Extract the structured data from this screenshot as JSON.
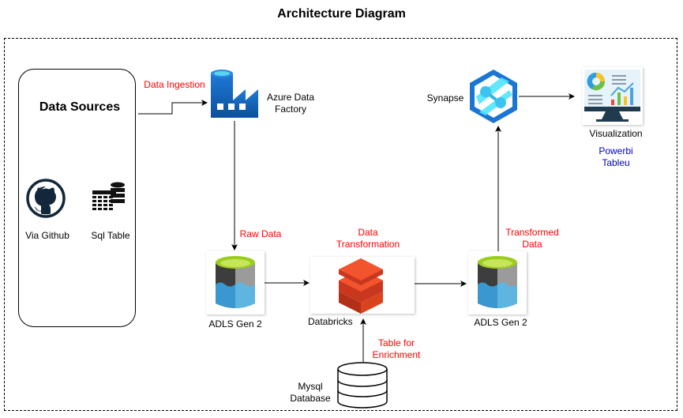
{
  "title": "Architecture Diagram",
  "sources": {
    "title": "Data Sources",
    "items": [
      {
        "label": "Via Github",
        "icon": "github-icon"
      },
      {
        "label": "Sql Table",
        "icon": "sql-table-icon"
      }
    ]
  },
  "nodes": {
    "adf": {
      "label_line1": "Azure Data",
      "label_line2": "Factory"
    },
    "adls_raw": {
      "label": "ADLS Gen 2"
    },
    "databricks": {
      "label": "Databricks"
    },
    "adls_transformed": {
      "label": "ADLS Gen 2"
    },
    "synapse": {
      "label": "Synapse"
    },
    "visualization": {
      "label": "Visualization",
      "tools_line1": "Powerbi",
      "tools_line2": "Tableu"
    },
    "mysql": {
      "label_line1": "Mysql",
      "label_line2": "Database"
    }
  },
  "edges": {
    "ingestion": "Data Ingestion",
    "raw_data": "Raw Data",
    "transformation_line1": "Data",
    "transformation_line2": "Transformation",
    "transformed_line1": "Transformed",
    "transformed_line2": "Data",
    "enrichment_line1": "Table for",
    "enrichment_line2": "Enrichment"
  },
  "colors": {
    "edge_label": "#ff0000",
    "tool_label": "#0000cc",
    "azure_blue": "#0a63c2",
    "databricks_orange": "#f2542d"
  }
}
